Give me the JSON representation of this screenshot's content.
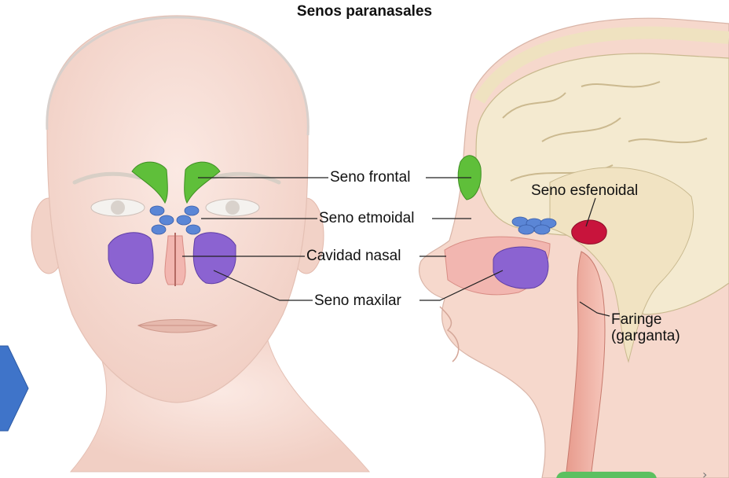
{
  "title": "Senos paranasales",
  "labels": {
    "seno_frontal": "Seno frontal",
    "seno_etmoidal": "Seno etmoidal",
    "cavidad_nasal": "Cavidad nasal",
    "seno_maxilar": "Seno maxilar",
    "seno_esfenoidal": "Seno esfenoidal",
    "faringe_line1": "Faringe",
    "faringe_line2": "(garganta)"
  },
  "colors": {
    "frontal_sinus": "#5fbf3a",
    "ethmoid_sinus": "#5b86d6",
    "maxillary_sinus": "#8b63d1",
    "sphenoid_sinus": "#c8143c",
    "nasal_cavity": "#f2b6b0",
    "skin": "#f6dcd2",
    "brain": "#f4ead0",
    "nav_arrow": "#3f74c9",
    "green_button": "#5cc060"
  },
  "icons": {
    "prev": "chevron-right-arrow-shape",
    "next": "chevron-right-icon"
  }
}
